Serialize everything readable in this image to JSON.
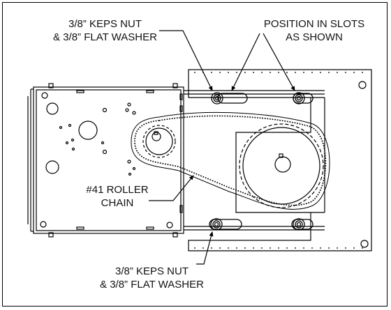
{
  "callouts": {
    "top_left": {
      "line1": "3/8” KEPS NUT",
      "line2": "& 3/8” FLAT WASHER"
    },
    "top_right": {
      "line1": "POSITION IN SLOTS",
      "line2": "AS SHOWN"
    },
    "middle_left": {
      "line1": "#41 ROLLER",
      "line2": "CHAIN"
    },
    "bottom": {
      "line1": "3/8” KEPS NUT",
      "line2": "& 3/8” FLAT WASHER"
    }
  },
  "colors": {
    "line": "#000000",
    "background": "#ffffff"
  }
}
